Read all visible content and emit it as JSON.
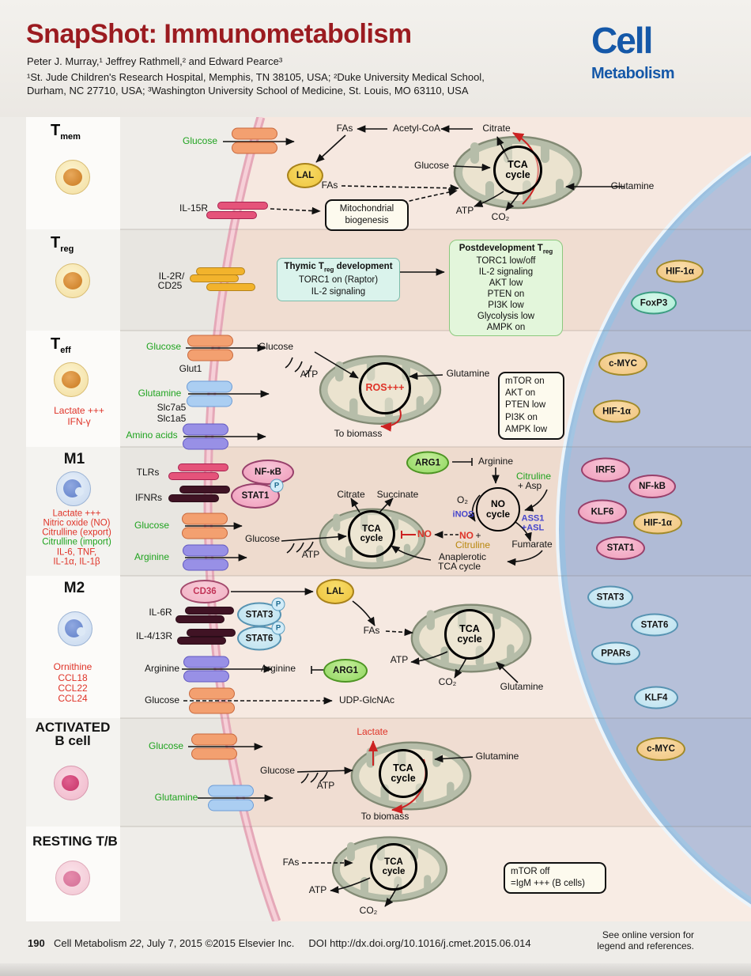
{
  "colors": {
    "title_red": "#9b1b20",
    "logo_blue": "#1558a8",
    "green_import": "#1fa31f",
    "red_secreted": "#df3328",
    "blue_enzyme": "#4646cc",
    "olive": "#b8860b",
    "nucleus": "#b0bbd6",
    "cytoplasm": "#f5e7df",
    "membrane": "#e5a8b8"
  },
  "header": {
    "title": "SnapShot: Immunometabolism",
    "authors": "Peter J. Murray,¹ Jeffrey Rathmell,² and Edward Pearce³",
    "affil1": "¹St. Jude Children's Research Hospital, Memphis, TN 38105, USA; ²Duke University Medical School,",
    "affil2": "Durham, NC 27710, USA; ³Washington University School of Medicine, St. Louis, MO 63110, USA",
    "logo_top": "Cell",
    "logo_bottom": "Metabolism"
  },
  "shared": {
    "tca1": "TCA",
    "tca2": "cycle",
    "p": "P"
  },
  "tmem": {
    "label": "T",
    "sub": "mem",
    "glucose_in": "Glucose",
    "fas_top": "FAs",
    "acetyl": "Acetyl-CoA",
    "citrate": "Citrate",
    "lal": "LAL",
    "fas_mid": "FAs",
    "glucose_mid": "Glucose",
    "glutamine": "Glutamine",
    "atp": "ATP",
    "co2": "CO₂",
    "il15r": "IL-15R",
    "biogenesis1": "Mitochondrial",
    "biogenesis2": "biogenesis"
  },
  "treg": {
    "label": "T",
    "sub": "reg",
    "receptor1": "IL-2R/",
    "receptor2": "CD25",
    "thymic_t1": "Thymic T",
    "thymic_sub": "reg",
    "thymic_t2": " development",
    "thymic_l1": "TORC1 on (Raptor)",
    "thymic_l2": "IL-2 signaling",
    "post_t1": "Postdevelopment T",
    "post_sub": "reg",
    "post_lines": [
      "TORC1 low/off",
      "IL-2 signaling",
      "AKT low",
      "PTEN on",
      "PI3K low",
      "Glycolysis low",
      "AMPK on"
    ],
    "hif": "HIF-1α",
    "foxp3": "FoxP3"
  },
  "teff": {
    "label": "T",
    "sub": "eff",
    "secreted1": "Lactate +++",
    "secreted2": "IFN-γ",
    "glucose_in": "Glucose",
    "glut1": "Glut1",
    "glucose_mid": "Glucose",
    "atp": "ATP",
    "glutamine_in": "Glutamine",
    "slc7a5": "Slc7a5",
    "slc1a5": "Slc1a5",
    "amino": "Amino acids",
    "ros": "ROS+++",
    "biomass": "To biomass",
    "glutamine": "Glutamine",
    "box": [
      "mTOR on",
      "AKT on",
      "PTEN low",
      "PI3K on",
      "AMPK low"
    ],
    "cmyc": "c-MYC",
    "hif": "HIF-1α"
  },
  "m1": {
    "label": "M1",
    "s1": "Lactate +++",
    "s2": "Nitric oxide (NO)",
    "s3": "Citrulline (export)",
    "s4": "Citrulline (import)",
    "s5": "IL-6, TNF,",
    "s6": "IL-1α, IL-1β",
    "tlrs": "TLRs",
    "ifnrs": "IFNRs",
    "nfkb": "NF-κB",
    "stat1": "STAT1",
    "glucose_in": "Glucose",
    "arginine_in": "Arginine",
    "glucose_mid": "Glucose",
    "atp": "ATP",
    "citrate": "Citrate",
    "succinate": "Succinate",
    "no_tca": "NO",
    "arg1": "ARG1",
    "arginine_top": "Arginine",
    "citruline_in": "Citruline",
    "asp": "+ Asp",
    "o2": "O₂",
    "inos": "iNOS",
    "no1": "NO",
    "no2": "cycle",
    "ass1": "ASS1",
    "asl": "+ASL",
    "no_prod": "NO",
    "plus": "+",
    "citruline_out": "Citruline",
    "fumarate": "Fumarate",
    "ana1": "Anaplerotic",
    "ana2": "TCA cycle",
    "badges": [
      "IRF5",
      "NF-kB",
      "KLF6",
      "HIF-1α",
      "STAT1"
    ]
  },
  "m2": {
    "label": "M2",
    "s": [
      "Ornithine",
      "CCL18",
      "CCL22",
      "CCL24"
    ],
    "cd36": "CD36",
    "lal": "LAL",
    "il6r": "IL-6R",
    "il413r": "IL-4/13R",
    "stat3": "STAT3",
    "stat6": "STAT6",
    "fas": "FAs",
    "atp": "ATP",
    "co2": "CO₂",
    "glutamine": "Glutamine",
    "arginine_in": "Arginine",
    "arginine_mid": "Arginine",
    "arg1": "ARG1",
    "glucose_in": "Glucose",
    "udp": "UDP-GlcNAc",
    "badges": [
      "STAT3",
      "STAT6",
      "PPARs",
      "KLF4"
    ]
  },
  "bcell": {
    "label1": "ACTIVATED",
    "label2": "B cell",
    "glucose_in": "Glucose",
    "glutamine_in": "Glutamine",
    "glucose_mid": "Glucose",
    "atp": "ATP",
    "lactate": "Lactate",
    "biomass": "To biomass",
    "glutamine": "Glutamine",
    "cmyc": "c-MYC"
  },
  "resting": {
    "label": "RESTING T/B",
    "fas": "FAs",
    "atp": "ATP",
    "co2": "CO₂",
    "box1": "mTOR off",
    "box2": "=IgM +++ (B cells)"
  },
  "footer": {
    "page": "190",
    "cite_pre": "Cell Metabolism ",
    "cite_vol": "22",
    "cite_post": ", July 7, 2015 ©2015 Elsevier Inc.",
    "doi": "DOI http://dx.doi.org/10.1016/j.cmet.2015.06.014",
    "note1": "See online version for",
    "note2": "legend and references."
  }
}
